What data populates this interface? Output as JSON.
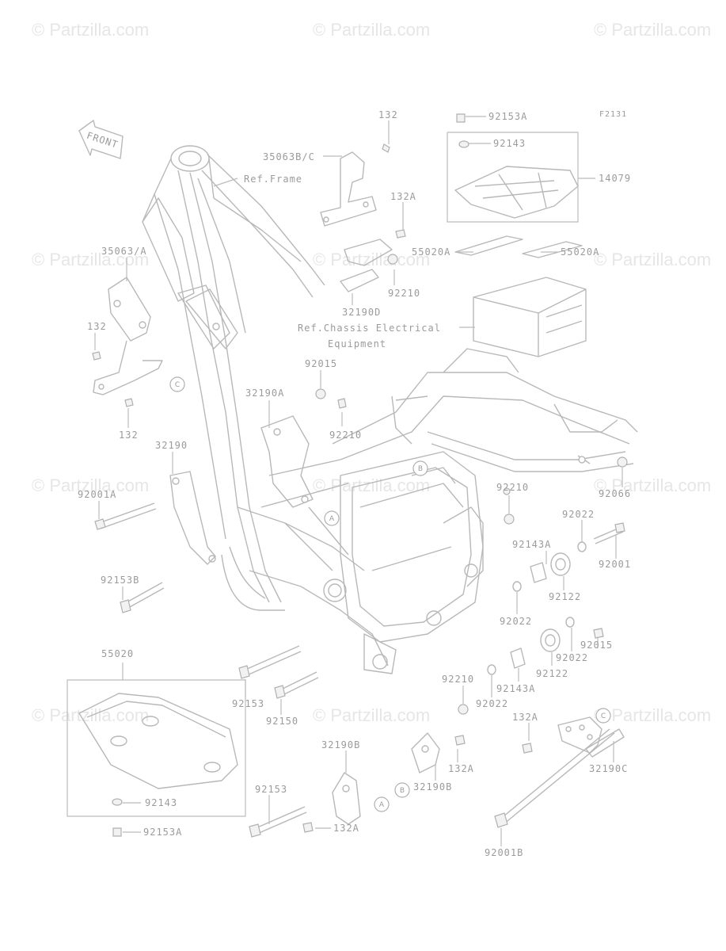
{
  "figure_code": "F2131",
  "front_arrow_text": "FRONT",
  "watermark": "© Partzilla.com",
  "references": {
    "frame": "Ref.Frame",
    "chassis_line1": "Ref.Chassis Electrical",
    "chassis_line2": "Equipment"
  },
  "callouts": [
    {
      "id": "c1",
      "text": "132"
    },
    {
      "id": "c2",
      "text": "35063B/C"
    },
    {
      "id": "c3",
      "text": "132A"
    },
    {
      "id": "c4",
      "text": "92153A"
    },
    {
      "id": "c5",
      "text": "92143"
    },
    {
      "id": "c6",
      "text": "14079"
    },
    {
      "id": "c7",
      "text": "35063/A"
    },
    {
      "id": "c8",
      "text": "55020A"
    },
    {
      "id": "c9",
      "text": "55020A"
    },
    {
      "id": "c10",
      "text": "92210"
    },
    {
      "id": "c11",
      "text": "32190D"
    },
    {
      "id": "c12",
      "text": "132"
    },
    {
      "id": "c13",
      "text": "92015"
    },
    {
      "id": "c14",
      "text": "32190A"
    },
    {
      "id": "c15",
      "text": "92210"
    },
    {
      "id": "c16",
      "text": "132"
    },
    {
      "id": "c17",
      "text": "32190"
    },
    {
      "id": "c18",
      "text": "92001A"
    },
    {
      "id": "c19",
      "text": "92210"
    },
    {
      "id": "c20",
      "text": "92066"
    },
    {
      "id": "c21",
      "text": "92022"
    },
    {
      "id": "c22",
      "text": "92143A"
    },
    {
      "id": "c23",
      "text": "92001"
    },
    {
      "id": "c24",
      "text": "92153B"
    },
    {
      "id": "c25",
      "text": "92122"
    },
    {
      "id": "c26",
      "text": "92022"
    },
    {
      "id": "c27",
      "text": "92015"
    },
    {
      "id": "c28",
      "text": "55020"
    },
    {
      "id": "c29",
      "text": "92022"
    },
    {
      "id": "c30",
      "text": "92122"
    },
    {
      "id": "c31",
      "text": "92210"
    },
    {
      "id": "c32",
      "text": "92143A"
    },
    {
      "id": "c33",
      "text": "92153"
    },
    {
      "id": "c34",
      "text": "92022"
    },
    {
      "id": "c35",
      "text": "92150"
    },
    {
      "id": "c36",
      "text": "132A"
    },
    {
      "id": "c37",
      "text": "32190B"
    },
    {
      "id": "c38",
      "text": "132A"
    },
    {
      "id": "c39",
      "text": "32190C"
    },
    {
      "id": "c40",
      "text": "32190B"
    },
    {
      "id": "c41",
      "text": "92153"
    },
    {
      "id": "c42",
      "text": "92143"
    },
    {
      "id": "c43",
      "text": "132A"
    },
    {
      "id": "c44",
      "text": "92001B"
    },
    {
      "id": "c45",
      "text": "92153A"
    }
  ],
  "circle_markers": {
    "a": "A",
    "b": "B",
    "c": "C"
  }
}
